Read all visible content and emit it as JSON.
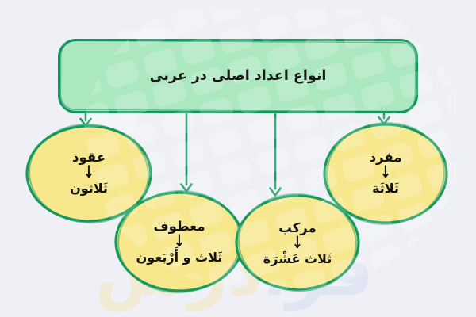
{
  "header": {
    "title": "انواع اعداد اصلی در عربی"
  },
  "nodes": [
    {
      "position": "far-left",
      "label": "عقود",
      "arrow": "↓",
      "example": "ثَلاثون"
    },
    {
      "position": "mid-left",
      "label": "معطوف",
      "arrow": "↓",
      "example": "ثَلاث و أَرْبَعون"
    },
    {
      "position": "mid-right",
      "label": "مركب",
      "arrow": "↓",
      "example": "ثَلاث عَشْرَة"
    },
    {
      "position": "far-right",
      "label": "مفرد",
      "arrow": "↓",
      "example": "ثَلاثَة"
    }
  ],
  "watermark": {
    "full": "فرادرس",
    "part1": "فرا",
    "part2": "درس"
  },
  "colors": {
    "background": "#eef0f5",
    "box_fill": "#abe8bf",
    "box_border": "#12995f",
    "ellipse_fill": "#f7e78d",
    "ellipse_border": "#16995e",
    "connector_green": "#16995e",
    "text": "#141414",
    "watermark_tile": "#ffffff",
    "watermark_text_blue": "#dde4f3",
    "watermark_text_yellow": "#f2ead0"
  }
}
